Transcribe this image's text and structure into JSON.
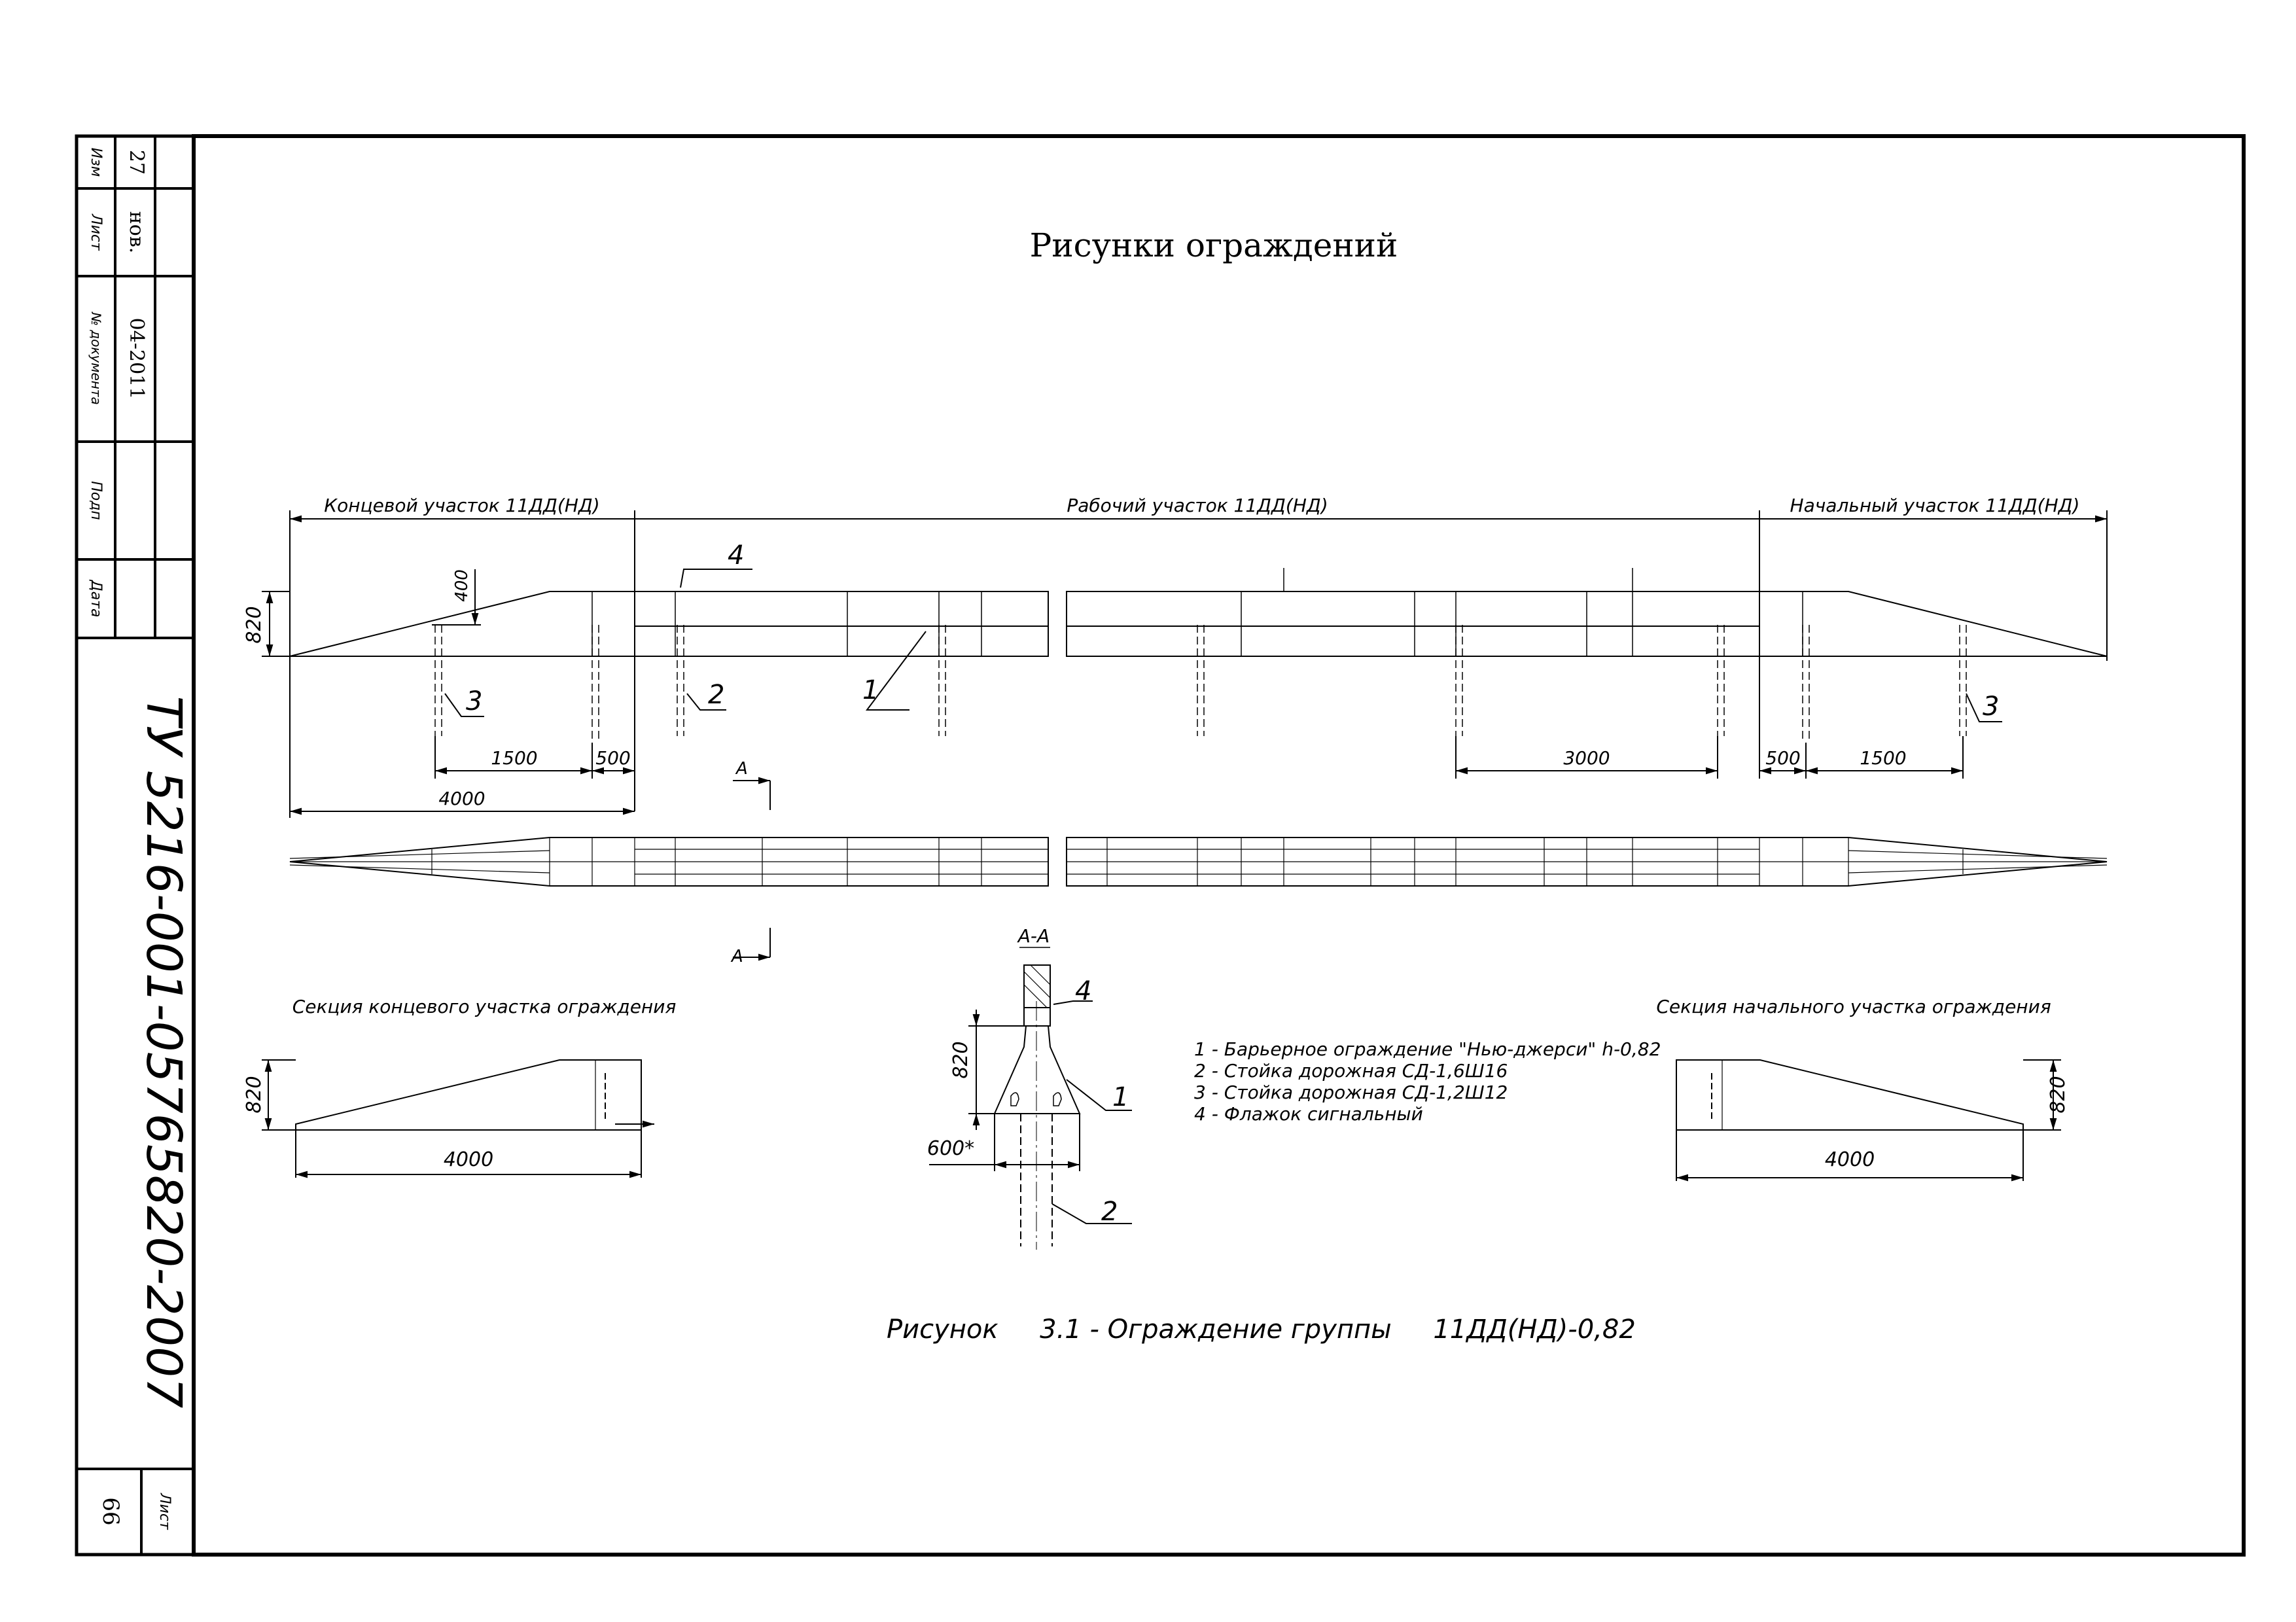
{
  "title": "Рисунки ограждений",
  "stamp": {
    "cols": [
      "Изм",
      "Лист",
      "№ документа",
      "Подп",
      "Дата"
    ],
    "values": [
      "27",
      "нов.",
      "04-2011"
    ],
    "doc_code": "ТУ 5216-001-05765820-2007",
    "sheet_label": "Лист",
    "sheet_no": "66"
  },
  "plan": {
    "left_section": "Концевой участок 11ДД(НД)",
    "mid_section": "Рабочий участок 11ДД(НД)",
    "right_section": "Начальный участок 11ДД(НД)",
    "dims": {
      "h820": "820",
      "h400": "400",
      "l1500": "1500",
      "l500": "500",
      "l4000": "4000",
      "r3000": "3000",
      "r500": "500",
      "r1500": "1500"
    },
    "cut_label": "А",
    "callouts": [
      "1",
      "2",
      "3",
      "4",
      "3"
    ]
  },
  "sections": {
    "end_title": "Секция концевого участка ограждения",
    "start_title": "Секция начального участка ограждения",
    "h820": "820",
    "len4000": "4000"
  },
  "cross_section": {
    "title": "А-А",
    "h820": "820",
    "w600": "600*",
    "callouts": [
      "4",
      "1",
      "2"
    ]
  },
  "legend": [
    "1 - Барьерное ограждение \"Нью-джерси\" h-0,82",
    "2 - Стойка дорожная СД-1,6Ш16",
    "3 - Стойка дорожная СД-1,2Ш12",
    "4 - Флажок сигнальный"
  ],
  "caption": "Рисунок     3.1 - Ограждение группы     11ДД(НД)-0,82"
}
